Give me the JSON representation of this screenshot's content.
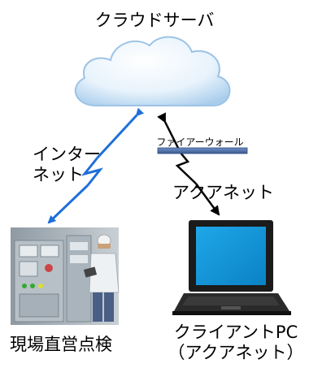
{
  "labels": {
    "cloud": "クラウドサーバ",
    "internet_line1": "インター",
    "internet_line2": "ネット",
    "firewall": "ファイアーウォール",
    "aquanet": "アクアネット",
    "site": "現場直営点検",
    "client_line1": "クライアントPC",
    "client_line2": "（アクアネット）"
  },
  "icons": {
    "cloud": "cloud-icon",
    "firewall": "firewall-bar-icon",
    "site": "inspection-photo",
    "client": "laptop-icon"
  },
  "colors": {
    "internet_link": "#1e6fd9",
    "aquanet_link": "#000000",
    "firewall": "#4f6fa8",
    "laptop_screen": "#0c97d8",
    "cloud_edge": "#9cc3e6",
    "cloud_fill": "#eaf4fc"
  }
}
